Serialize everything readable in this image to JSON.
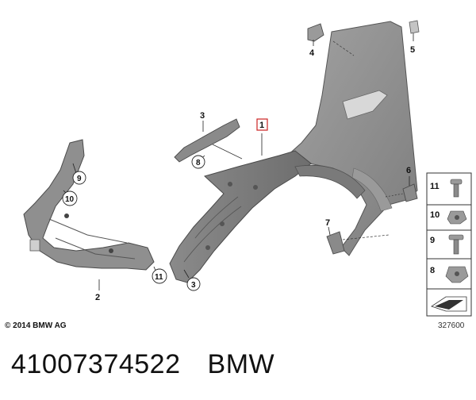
{
  "callouts": {
    "c1": "1",
    "c2": "2",
    "c3a": "3",
    "c3b": "3",
    "c4": "4",
    "c5": "5",
    "c6": "6",
    "c7": "7",
    "c8": "8",
    "c9": "9",
    "c10": "10",
    "c11": "11"
  },
  "legend": {
    "r11": "11",
    "r10": "10",
    "r9": "9",
    "r8": "8"
  },
  "copyright": "© 2014 BMW AG",
  "diagram_number": "327600",
  "part_number": "41007374522",
  "brand": "BMW",
  "colors": {
    "part_gray": "#8e8e8e",
    "part_dark": "#6b6b6b",
    "highlight": "#cc2222"
  }
}
